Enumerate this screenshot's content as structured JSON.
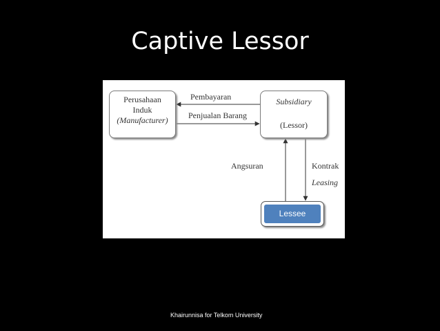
{
  "slide": {
    "title": "Captive Lessor",
    "footer": "Khairunnisa for Telkom University"
  },
  "diagram": {
    "manufacturer": {
      "line1": "Perusahaan",
      "line2": "Induk",
      "line3": "(Manufacturer)"
    },
    "subsidiary": {
      "line1": "Subsidiary",
      "line2": "(Lessor)"
    },
    "lessee": "Lessee",
    "edges": {
      "payment": "Pembayaran",
      "goods_sale": "Penjualan Barang",
      "installment": "Angsuran",
      "contract_line1": "Kontrak",
      "contract_line2": "Leasing"
    }
  },
  "colors": {
    "background": "#000000",
    "diagram_background": "#ffffff",
    "lessee_fill": "#4f81bd",
    "text": "#ffffff"
  }
}
